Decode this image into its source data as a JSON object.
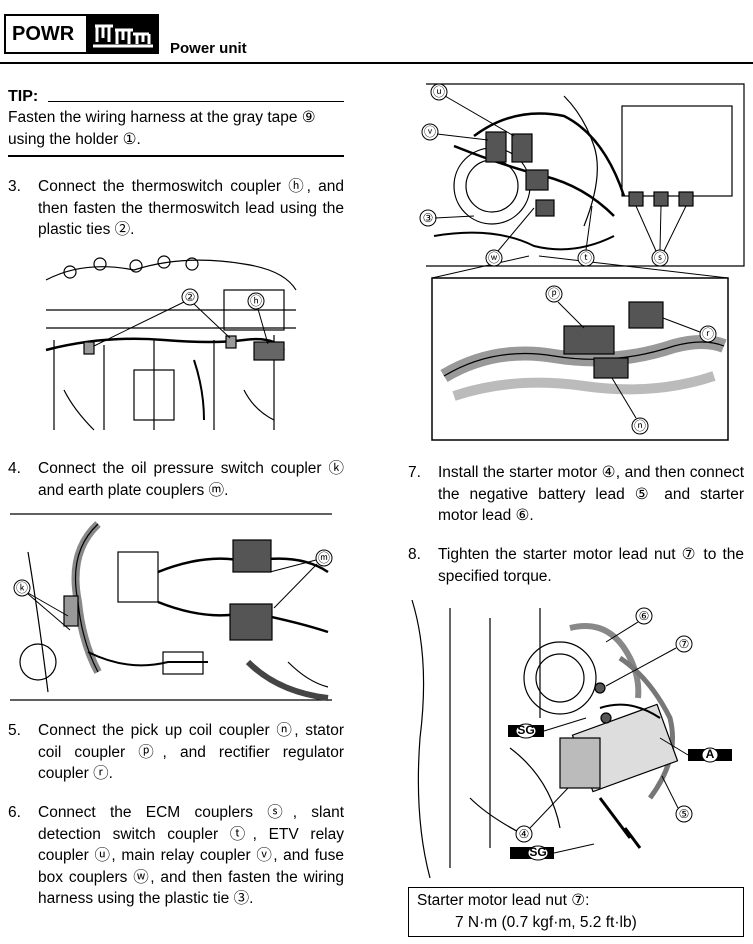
{
  "header": {
    "section_code": "POWR",
    "title": "Power unit"
  },
  "tip": {
    "label": "TIP:",
    "text": "Fasten the wiring harness at the gray tape ⑨ using the holder ①."
  },
  "steps": [
    {
      "num": "3.",
      "text": "Connect the thermoswitch coupler ⓗ, and then fasten the thermoswitch lead using the plastic ties ②."
    },
    {
      "num": "4.",
      "text": "Connect the oil pressure switch coupler ⓚ and earth plate couplers ⓜ."
    },
    {
      "num": "5.",
      "text": "Connect the pick up coil coupler ⓝ, stator coil coupler ⓟ, and rectifier regulator coupler ⓡ."
    },
    {
      "num": "6.",
      "text": "Connect the ECM couplers ⓢ, slant detection switch coupler ⓣ, ETV relay coupler ⓤ, main relay coupler ⓥ, and fuse box couplers ⓦ, and then fasten the wiring harness using the plastic tie ③."
    },
    {
      "num": "7.",
      "text": "Install the starter motor ④, and then connect the negative battery lead ⑤ and starter motor lead ⑥."
    },
    {
      "num": "8.",
      "text": "Tighten the starter motor lead nut ⑦ to the specified torque."
    }
  ],
  "figures": {
    "fig1_callouts": [
      "②",
      "ⓗ"
    ],
    "fig2_callouts": [
      "ⓚ",
      "ⓜ"
    ],
    "fig3_callouts": [
      "ⓤ",
      "ⓥ",
      "③",
      "ⓦ",
      "ⓣ",
      "ⓢ",
      "ⓟ",
      "ⓡ",
      "ⓝ"
    ],
    "fig4_callouts": [
      "⑥",
      "⑦",
      "⑤",
      "④"
    ],
    "fig4_labels": [
      "SG",
      "A",
      "SG"
    ]
  },
  "torque": {
    "label": "Starter motor lead nut ⑦:",
    "value": "7 N·m (0.7 kgf·m, 5.2 ft·lb)"
  }
}
